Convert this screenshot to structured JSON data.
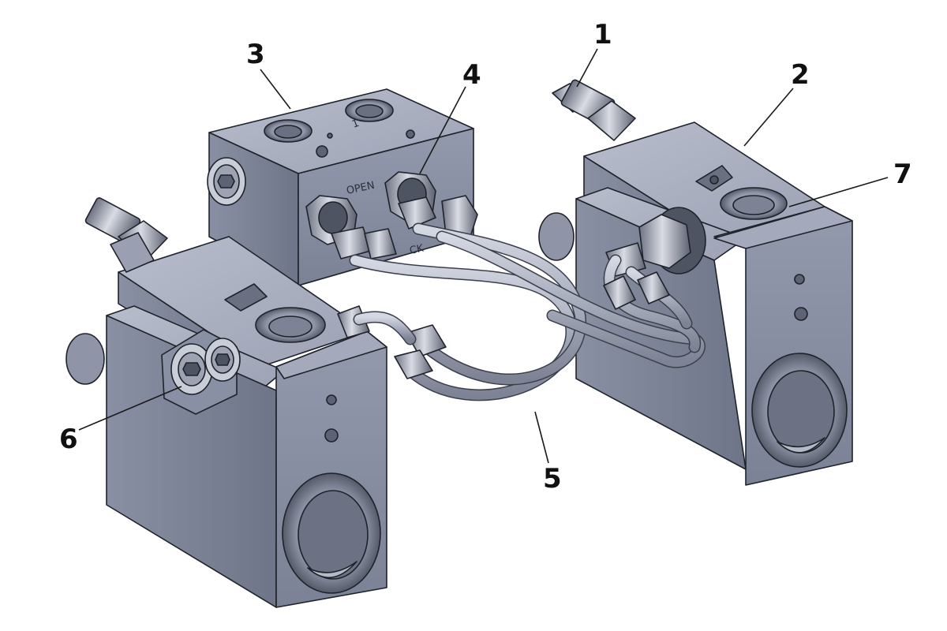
{
  "figure": {
    "callouts": [
      {
        "id": "1",
        "label": "1"
      },
      {
        "id": "2",
        "label": "2"
      },
      {
        "id": "3",
        "label": "3"
      },
      {
        "id": "4",
        "label": "4"
      },
      {
        "id": "5",
        "label": "5"
      },
      {
        "id": "6",
        "label": "6"
      },
      {
        "id": "7",
        "label": "7"
      }
    ],
    "engravings": {
      "open": "OPEN",
      "lock_partial": "CK",
      "port_mark": "1"
    },
    "colors": {
      "metal_top": "#a9afc0",
      "metal_front": "#8a90a3",
      "metal_side": "#767c8f",
      "metal_dark": "#5a6072",
      "tube": "#b4b9c8",
      "fitting": "#bfc3cf",
      "fitting_dark": "#6b7080",
      "background": "#ffffff"
    }
  }
}
